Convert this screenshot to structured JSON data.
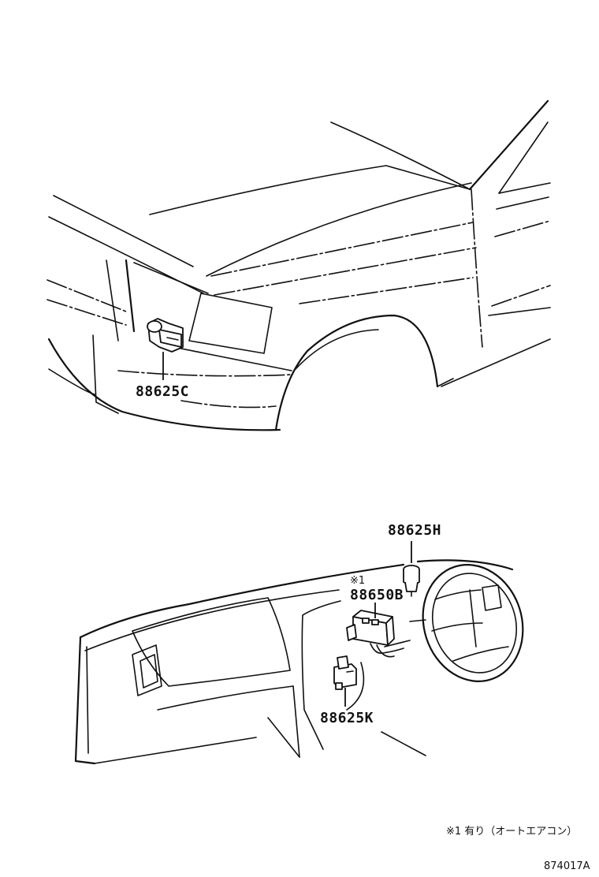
{
  "figure": {
    "reference_code": "874017A",
    "footnote": "※1 有り（オートエアコン）",
    "upper_view": {
      "labels": {
        "front_sensor": "88625C"
      }
    },
    "lower_view": {
      "labels": {
        "top_sensor": "88625H",
        "mark": "※1",
        "amplifier": "88650B",
        "lower_sensor": "88625K"
      }
    }
  }
}
